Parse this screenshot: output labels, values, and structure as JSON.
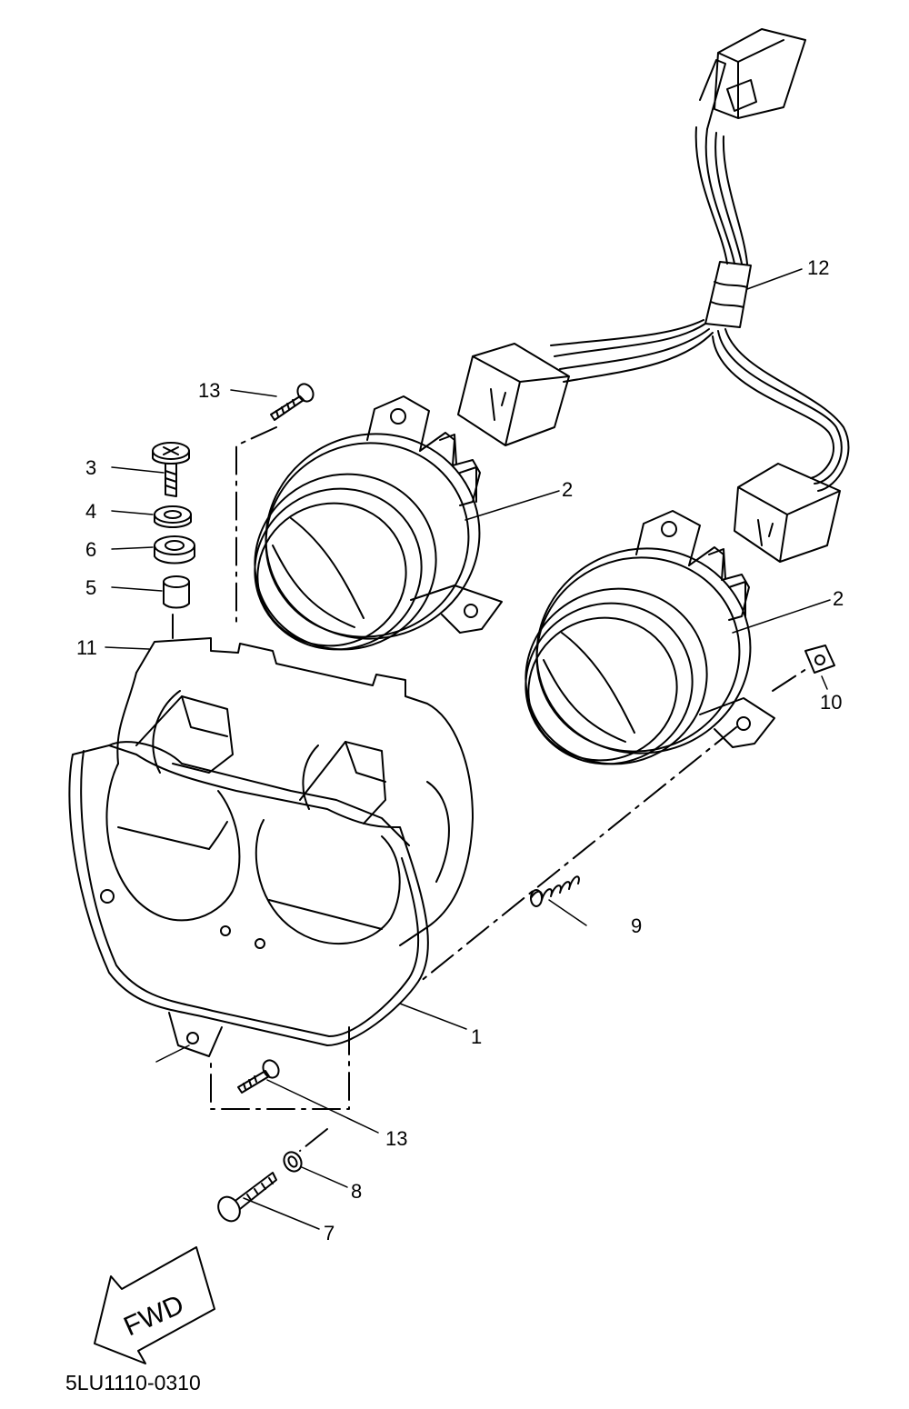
{
  "callouts": {
    "c1": "1",
    "c2a": "2",
    "c2b": "2",
    "c3": "3",
    "c4": "4",
    "c5": "5",
    "c6": "6",
    "c7": "7",
    "c8": "8",
    "c9": "9",
    "c10": "10",
    "c11": "11",
    "c12": "12",
    "c13a": "13",
    "c13b": "13"
  },
  "direction_arrow": {
    "label": "FWD"
  },
  "diagram_code": "5LU1110-0310",
  "line_color": "#000000",
  "background_color": "#ffffff"
}
